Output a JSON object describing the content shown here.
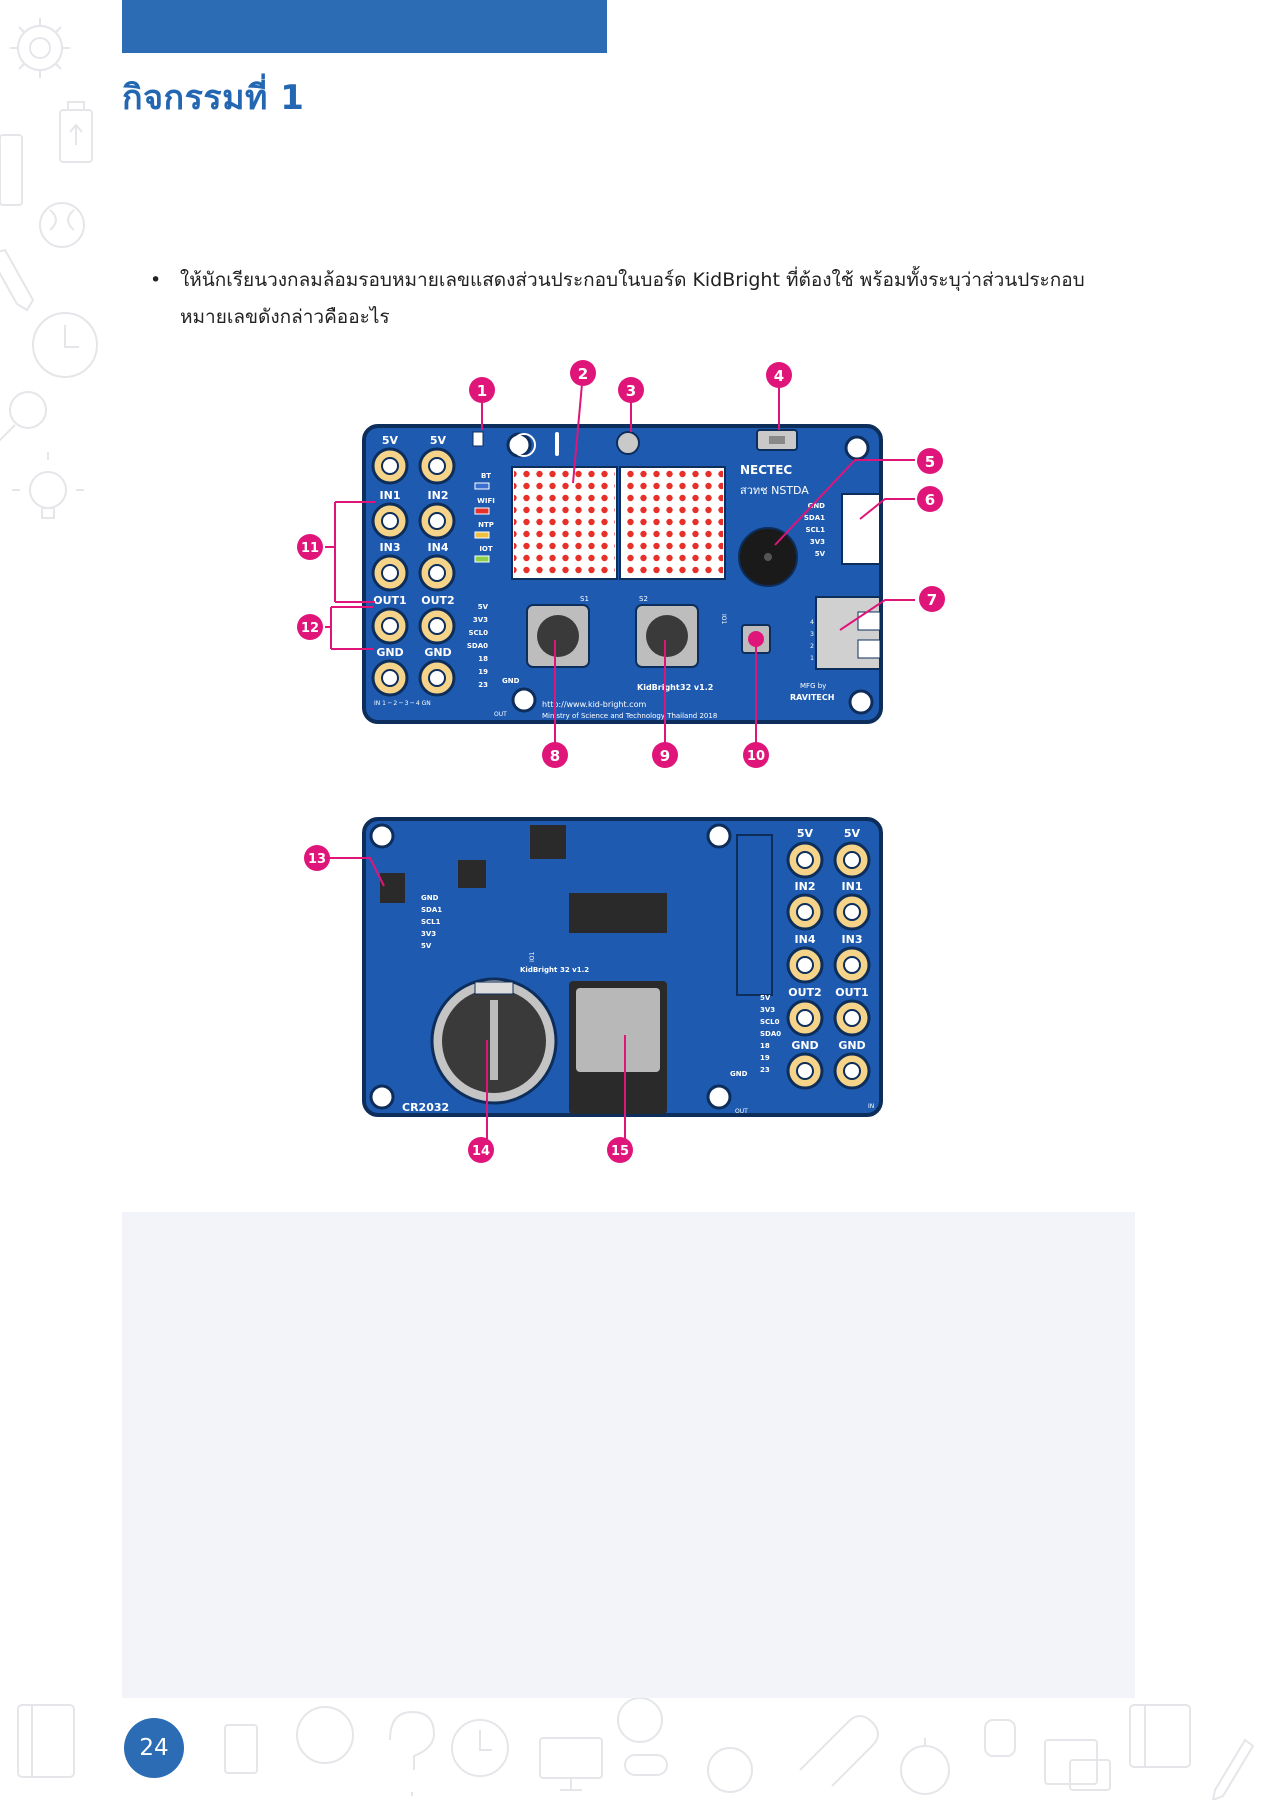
{
  "page": {
    "title": "กิจกรรมที่ 1",
    "instruction": "ให้นักเรียนวงกลมล้อมรอบหมายเลขแสดงส่วนประกอบในบอร์ด KidBright ที่ต้องใช้ พร้อมทั้งระบุว่าส่วนประกอบหมายเลขดังกล่าวคืออะไร",
    "bullet": "•",
    "page_number": "24"
  },
  "front_board": {
    "power_labels": [
      "5V",
      "5V"
    ],
    "in_labels": [
      "IN1",
      "IN2",
      "IN3",
      "IN4"
    ],
    "out_labels": [
      "OUT1",
      "OUT2"
    ],
    "gnd_labels": [
      "GND",
      "GND"
    ],
    "status_leds": [
      "BT",
      "WIFI",
      "NTP",
      "IOT"
    ],
    "header_pins": [
      "5V",
      "3V3",
      "SCL0",
      "SDA0",
      "18",
      "19",
      "23"
    ],
    "i2c_pins": [
      "GND",
      "SDA1",
      "SCL1",
      "3V3",
      "5V"
    ],
    "switch_labels": [
      "S1",
      "S2"
    ],
    "gnd_io": "GND",
    "io_label": "IO1",
    "brand_nectec": "NECTEC",
    "brand_nstda": "สวทช NSTDA",
    "kidbright": "KidBright",
    "version": "32  v1.2",
    "url": "http://www.kid-bright.com",
    "ministry": "Ministry of Science and Technology Thailand 2018",
    "mfg": "MFG by",
    "maker": "RAVITECH",
    "in_scale": "IN  1 ─ 2 ─ 3 ─ 4   GN",
    "out_label": "OUT",
    "usb_icon": "usb-icon",
    "connector_numbers": [
      "4",
      "3",
      "2",
      "1"
    ]
  },
  "back_board": {
    "power_labels": [
      "5V",
      "5V"
    ],
    "in_labels": [
      "IN2",
      "IN1",
      "IN4",
      "IN3"
    ],
    "out_labels": [
      "OUT2",
      "OUT1"
    ],
    "gnd_labels": [
      "GND",
      "GND"
    ],
    "i2c_pins": [
      "GND",
      "SDA1",
      "SCL1",
      "3V3",
      "5V"
    ],
    "header_pins": [
      "5V",
      "3V3",
      "SCL0",
      "SDA0",
      "18",
      "19",
      "23"
    ],
    "kidbright": "KidBright",
    "version": "32  v1.2",
    "battery": "CR2032",
    "gnd_io": "GND",
    "io_label": "IO1",
    "out_label": "OUT",
    "in_label": "IN"
  },
  "callouts": [
    "1",
    "2",
    "3",
    "4",
    "5",
    "6",
    "7",
    "8",
    "9",
    "10",
    "11",
    "12",
    "13",
    "14",
    "15"
  ],
  "colors": {
    "brand_blue": "#2b6cb4",
    "board_blue": "#1e5bb0",
    "callout_pink": "#e0157a",
    "led_red": "#e8302a",
    "pad_gold": "#f0c040",
    "answer_bg": "#f2f4f9"
  }
}
